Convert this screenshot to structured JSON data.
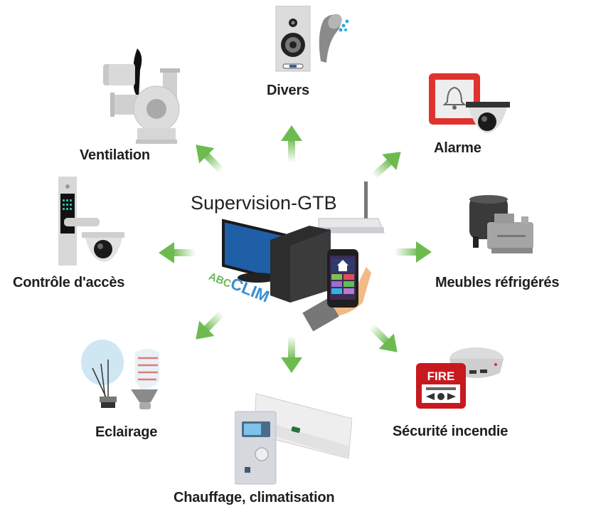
{
  "title": "Supervision-GTB",
  "logo": {
    "part1": "ABC",
    "part2": "CLIM"
  },
  "arrow_color": "#6dbb4f",
  "nodes": [
    {
      "id": "divers",
      "label": "Divers",
      "icon": "speaker-shower-icon",
      "direction": "up"
    },
    {
      "id": "alarme",
      "label": "Alarme",
      "icon": "alarm-bell-camera-icon",
      "direction": "up-right"
    },
    {
      "id": "meubles",
      "label": "Meubles réfrigérés",
      "icon": "compressor-icon",
      "direction": "right"
    },
    {
      "id": "securite",
      "label": "Sécurité incendie",
      "icon": "fire-alarm-smoke-detector-icon",
      "direction": "down-right"
    },
    {
      "id": "chauffage",
      "label": "Chauffage, climatisation",
      "icon": "boiler-air-conditioner-icon",
      "direction": "down"
    },
    {
      "id": "eclairage",
      "label": "Eclairage",
      "icon": "light-bulbs-icon",
      "direction": "down-left"
    },
    {
      "id": "controle",
      "label": "Contrôle d'accès",
      "icon": "door-lock-camera-icon",
      "direction": "left"
    },
    {
      "id": "ventilation",
      "label": "Ventilation",
      "icon": "fan-duct-icon",
      "direction": "up-left"
    }
  ],
  "fire_alarm_text": "FIRE"
}
